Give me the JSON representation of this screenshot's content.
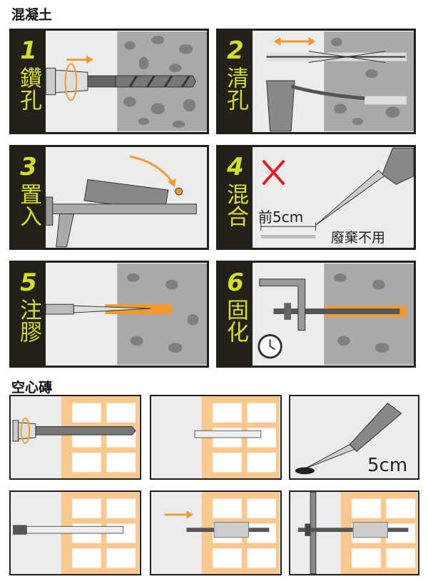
{
  "sections": {
    "concrete": "混凝土",
    "hollow_brick": "空心磚"
  },
  "steps": [
    {
      "number": "1",
      "label": "鑽孔"
    },
    {
      "number": "2",
      "label": "清孔"
    },
    {
      "number": "3",
      "label": "置入"
    },
    {
      "number": "4",
      "label": "混合"
    },
    {
      "number": "5",
      "label": "注膠"
    },
    {
      "number": "6",
      "label": "固化"
    }
  ],
  "step4": {
    "measure": "前5cm",
    "discard": "廢棄不用"
  },
  "hollow": {
    "measure": "5cm"
  },
  "colors": {
    "strip": "#231f1a",
    "accent": "#d3df1f",
    "orange": "#f39a2e",
    "brick": "#f8c88f",
    "concrete": "#a9a9a9"
  }
}
